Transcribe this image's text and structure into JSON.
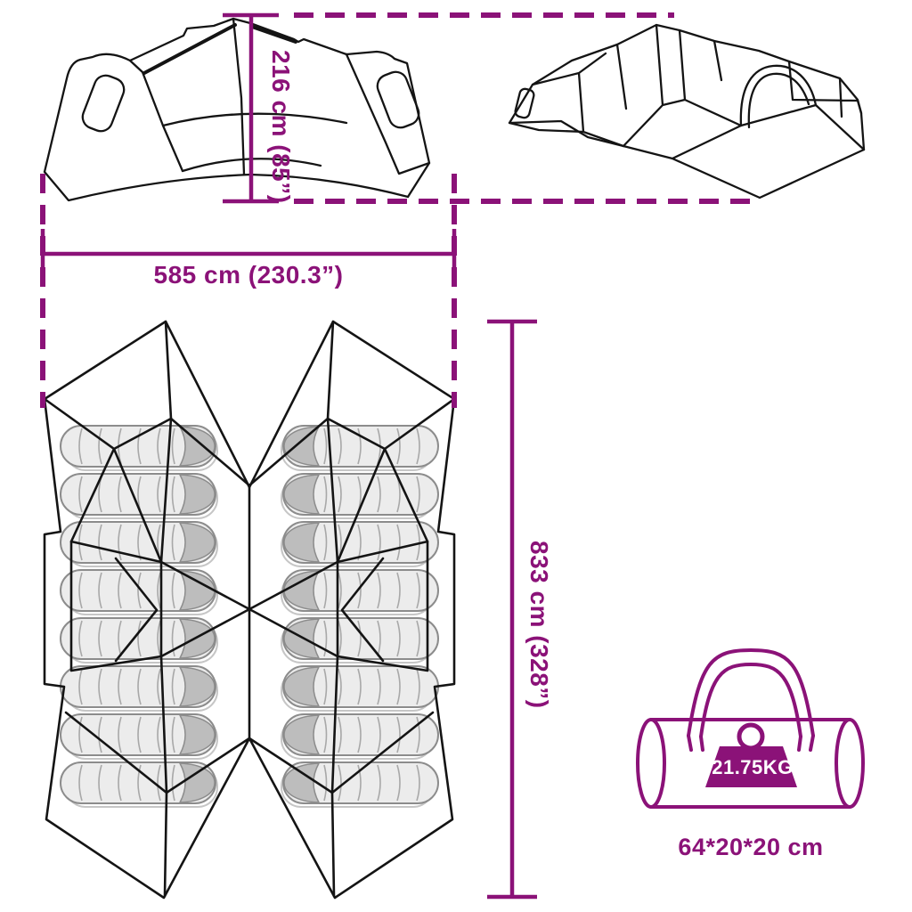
{
  "colors": {
    "accent": "#8B1278",
    "line": "#141414",
    "bag_fill": "#ECECEC",
    "bag_outline": "#8C8C8C",
    "bag_end": "#BDBDBD",
    "background": "#FFFFFF"
  },
  "dimensions": {
    "height": "216 cm (85”)",
    "width": "585 cm (230.3”)",
    "length": "833 cm (328”)"
  },
  "package": {
    "weight": "21.75KG",
    "size": "64*20*20 cm"
  },
  "floor_plan": {
    "sleeping_bag_count": 16
  },
  "icons": {
    "weight": "weight-icon",
    "carry_bag": "carry-bag-icon",
    "sleeping_bag": "sleeping-bag-icon"
  }
}
